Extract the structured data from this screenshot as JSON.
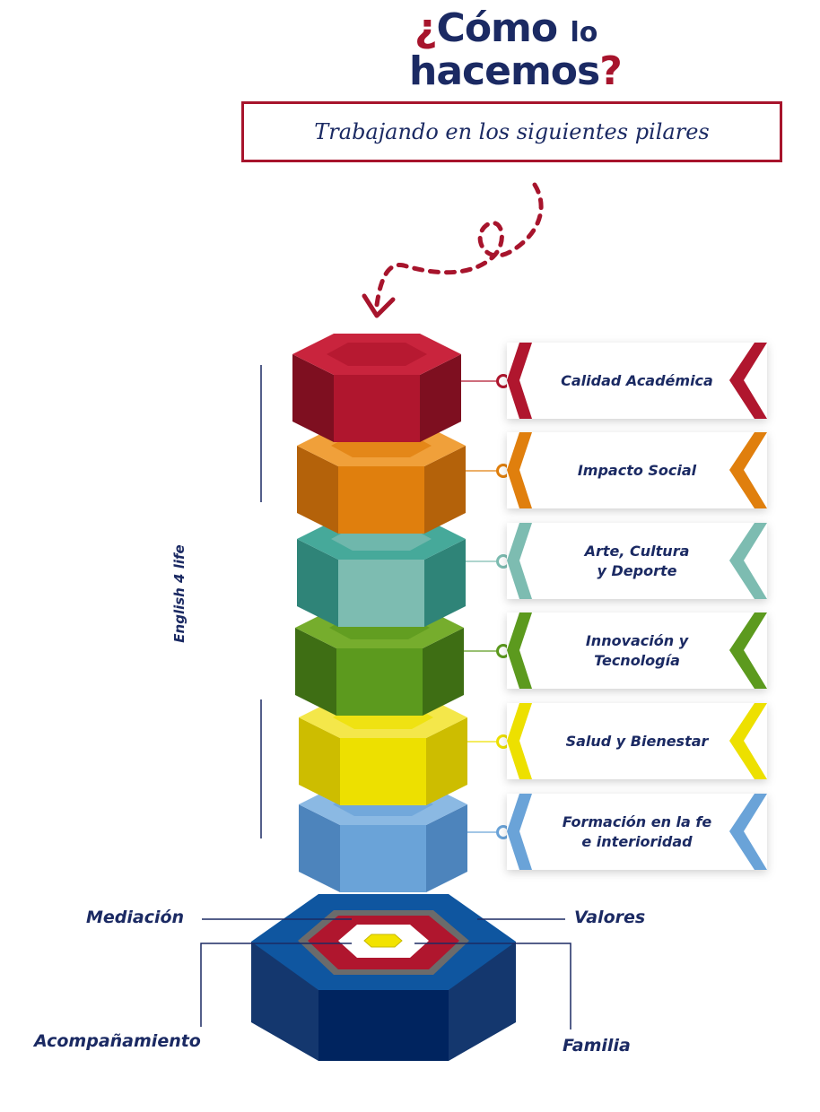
{
  "title": {
    "inverted_q": "¿",
    "word1": "Cómo",
    "word2": "lo",
    "word3": "hacemos",
    "q": "?"
  },
  "subtitle": "Trabajando en los siguientes pilares",
  "vertical_label": "English 4 life",
  "pillars": [
    {
      "label": "Calidad Académica",
      "color": "#b0162e",
      "light": "#c9243d",
      "dark": "#7e0f20"
    },
    {
      "label": "Impacto Social",
      "color": "#e07f0d",
      "light": "#f0a03a",
      "dark": "#b4620a"
    },
    {
      "label": "Arte, Cultura\ny Deporte",
      "color": "#7dbcb1",
      "light": "#46a99a",
      "dark": "#2f8478"
    },
    {
      "label": "Innovación y\nTecnología",
      "color": "#5c9a1e",
      "light": "#76ad2d",
      "dark": "#3e6e14"
    },
    {
      "label": "Salud y Bienestar",
      "color": "#ede000",
      "light": "#f4e74a",
      "dark": "#cdbd00"
    },
    {
      "label": "Formación en la fe\ne interioridad",
      "color": "#6aa3d8",
      "light": "#8bb9e3",
      "dark": "#4d84bc"
    }
  ],
  "base": {
    "labels": {
      "mediacion": "Mediación",
      "valores": "Valores",
      "acompanamiento": "Acompañamiento",
      "familia": "Familia"
    },
    "colors": {
      "top": "#0f56a0",
      "front": "#00245f",
      "side": "#14376e",
      "red": "#b0162e",
      "gray": "#6b6b6b",
      "yellow": "#f2e300"
    }
  },
  "colors": {
    "navy": "#1b2a63",
    "accent_red": "#a7142c"
  }
}
